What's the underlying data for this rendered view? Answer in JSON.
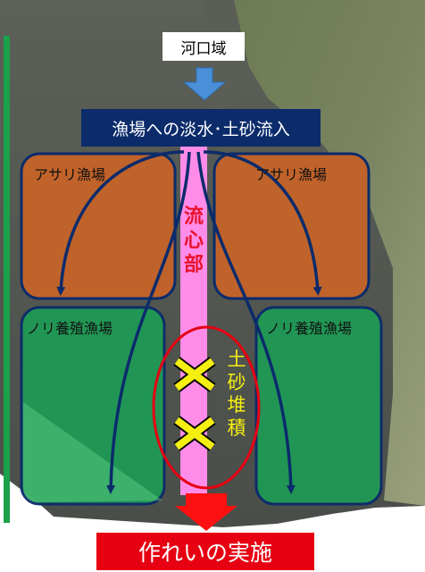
{
  "labels": {
    "estuary": "河口域",
    "inflow": "漁場への淡水･土砂流入",
    "clam_left": "アサリ漁場",
    "clam_right": "アサリ漁場",
    "nori_left": "ノリ養殖漁場",
    "nori_right": "ノリ養殖漁場",
    "mainstream": [
      "流",
      "心",
      "部"
    ],
    "sediment": [
      "土",
      "砂",
      "堆",
      "積"
    ],
    "implementation": "作れいの実施"
  },
  "colors": {
    "clam_fill": "#c0632a",
    "nori_fill": "#1f9a55",
    "box_border": "#0b2b6b",
    "channel": "#ff8ce8",
    "arrow_blue": "#4a90d9",
    "flow_curve": "#0b2b6b",
    "cross": "#f5ef12",
    "ellipse": "#e60012",
    "bottom_arrow": "#ff1010",
    "banner": "#e60012"
  },
  "icons": {
    "inflow_arrow": "down-arrow-icon",
    "deposit_marks": "cross-icon",
    "result_arrow": "down-arrow-icon"
  }
}
